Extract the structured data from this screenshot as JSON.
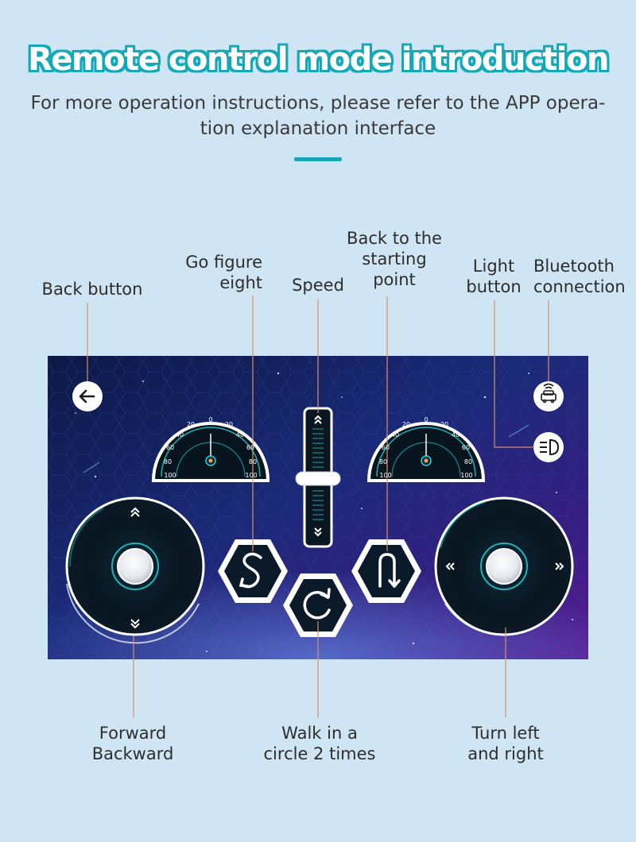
{
  "header": {
    "title": "Remote control mode introduction",
    "subtitle_line1": "For more operation instructions, please refer to the APP opera-",
    "subtitle_line2": "tion explanation interface"
  },
  "labels": {
    "back_button": "Back button",
    "figure_eight_line1": "Go figure",
    "figure_eight_line2": "eight",
    "speed": "Speed",
    "back_start_line1": "Back to the",
    "back_start_line2": "starting",
    "back_start_line3": "point",
    "light_line1": "Light",
    "light_line2": "button",
    "bluetooth_line1": "Bluetooth",
    "bluetooth_line2": "connection",
    "forward_line1": "Forward",
    "forward_line2": "Backward",
    "circle_line1": "Walk in a",
    "circle_line2": "circle 2 times",
    "turn_line1": "Turn left",
    "turn_line2": "and right"
  },
  "gauges": {
    "left_ticks": [
      "0",
      "20",
      "20",
      "40",
      "40",
      "60",
      "60",
      "80",
      "80",
      "100",
      "100"
    ],
    "right_ticks": [
      "0",
      "20",
      "20",
      "40",
      "40",
      "60",
      "60",
      "80",
      "80",
      "100",
      "100"
    ]
  },
  "colors": {
    "background": "#cfe5f3",
    "title_outline": "#13a9b6",
    "accent": "#19a6b4",
    "leader_line": "#d8916a",
    "panel_dark": "#0f1a4a",
    "panel_purple": "#4b1d8a",
    "cyan": "#27d3d8"
  },
  "icons": {
    "back": "arrow-left-icon",
    "bluetooth": "bluetooth-car-icon",
    "light": "headlight-icon",
    "figure_eight": "s-curve-icon",
    "back_to_start": "u-turn-icon",
    "circle": "circular-arrow-icon"
  }
}
